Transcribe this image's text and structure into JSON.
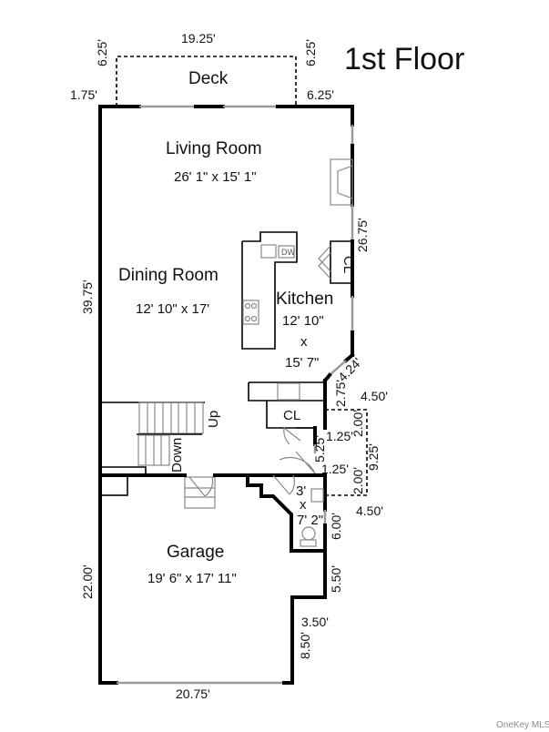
{
  "title": "1st Floor",
  "rooms": {
    "deck": {
      "label": "Deck"
    },
    "living_room": {
      "label": "Living Room",
      "dims": "26' 1\" x 15' 1\""
    },
    "dining_room": {
      "label": "Dining Room",
      "dims": "12' 10\" x 17'"
    },
    "kitchen": {
      "label": "Kitchen",
      "dim_w": "12' 10\"",
      "dim_x": "x",
      "dim_h": "15' 7\""
    },
    "closet_kitchen": {
      "label": "CL"
    },
    "closet_hall": {
      "label": "CL"
    },
    "half_bath": {
      "dim_w": "3'",
      "dim_x": "x",
      "dim_h": "7' 2\""
    },
    "garage": {
      "label": "Garage",
      "dims": "19' 6\" x 17' 11\""
    }
  },
  "stairs": {
    "up": "Up",
    "down": "Down"
  },
  "appliances": {
    "dishwasher": "DW"
  },
  "measurements": {
    "deck_top": "19.25'",
    "deck_left": "6.25'",
    "deck_right": "6.25'",
    "deck_left_offset": "1.75'",
    "deck_right_offset": "6.25'",
    "left_upper": "39.75'",
    "right_upper": "26.75'",
    "diagonal": "4.24'",
    "diag_short": "2.75'",
    "bump_top": "4.50'",
    "bump_bottom": "4.50'",
    "bump_side_a": "2.00'",
    "bump_side_b": "2.00'",
    "bump_total": "9.25'",
    "bump_in_a": "1.25'",
    "bump_in_b": "1.25'",
    "door_wall": "5.25'",
    "bath_right": "6.00'",
    "garage_right_upper": "5.50'",
    "garage_step": "3.50'",
    "garage_right_lower": "8.50'",
    "left_lower": "22.00'",
    "garage_bottom": "20.75'"
  },
  "watermark": "OneKey MLS"
}
